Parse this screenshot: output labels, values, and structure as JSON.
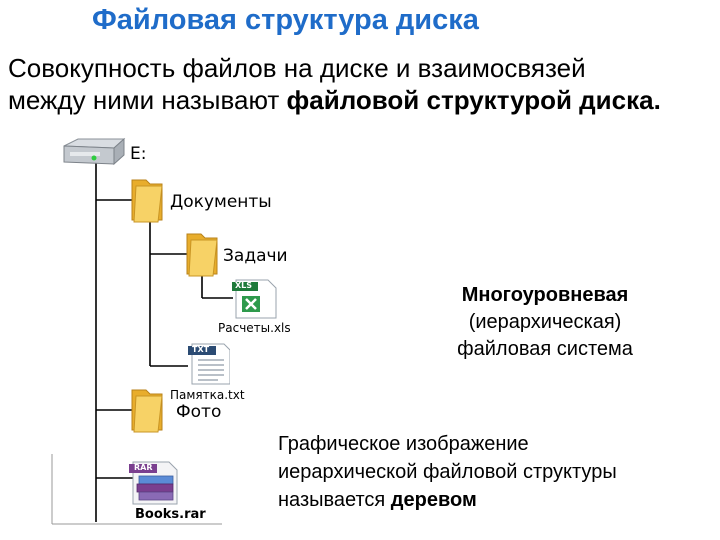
{
  "title": "Файловая структура диска",
  "intro": {
    "line1": "Совокупность файлов на диске и взаимосвязей",
    "line2_prefix": "между ними называют ",
    "line2_bold": "файловой структурой диска."
  },
  "tree": {
    "drive": {
      "label": "E:",
      "icon": "hard-drive-icon"
    },
    "folders": [
      {
        "label": "Документы",
        "icon": "folder-icon"
      },
      {
        "label": "Задачи",
        "icon": "folder-icon"
      },
      {
        "label": "Фото",
        "icon": "folder-icon"
      }
    ],
    "files": [
      {
        "label": "Расчеты.xls",
        "badge": "XLS",
        "icon": "excel-file-icon",
        "color": "#1e7a3a"
      },
      {
        "label": "Памятка.txt",
        "badge": "TXT",
        "icon": "text-file-icon",
        "color": "#2b4b73"
      },
      {
        "label": "Books.rar",
        "badge": "RAR",
        "icon": "archive-file-icon",
        "color": "#7a3f8f"
      }
    ]
  },
  "info_right": {
    "line1": "Многоуровневая",
    "line2": "(иерархическая)",
    "line3": "файловая система"
  },
  "info_bottom": {
    "line1": "Графическое изображение",
    "line2": "иерархической файловой структуры",
    "line3_prefix": "называется ",
    "line3_bold": "деревом"
  },
  "colors": {
    "title": "#1f6cc9",
    "folder": "#f4c542",
    "tree_line": "#000000"
  }
}
